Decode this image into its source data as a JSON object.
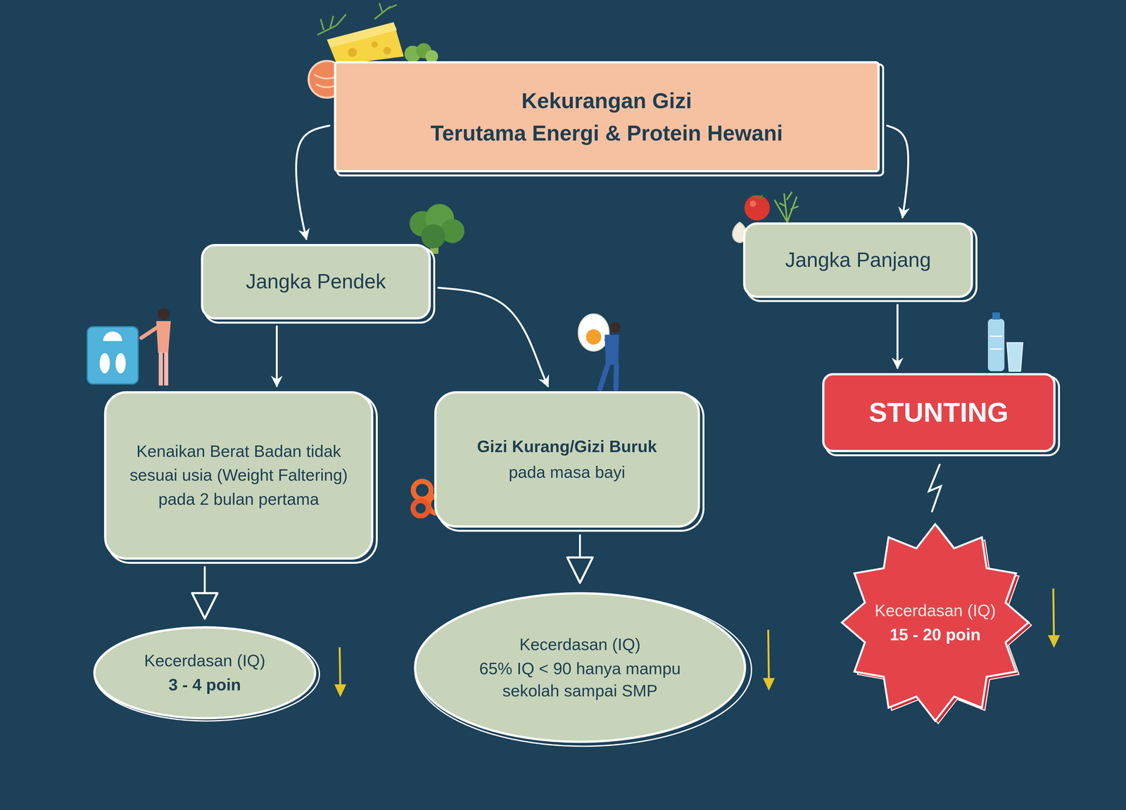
{
  "diagram": {
    "nodes": [
      {
        "text": [
          "Kekurangan Gizi",
          "Terutama Energi & Protein Hewani"
        ]
      },
      {
        "text": [
          "Jangka Pendek"
        ]
      },
      {
        "text": [
          "Jangka Panjang"
        ]
      },
      {
        "text": [
          "Kenaikan Berat Badan tidak sesuai usia (Weight Faltering) pada 2 bulan pertama"
        ]
      },
      {
        "text": [
          "Gizi Kurang/Gizi Buruk",
          "pada masa bayi"
        ]
      },
      {
        "text": [
          "STUNTING"
        ]
      },
      {
        "text": [
          "Kecerdasan (IQ)",
          "3 - 4 poin"
        ]
      },
      {
        "text": [
          "Kecerdasan (IQ)",
          "65% IQ < 90 hanya mampu sekolah sampai SMP"
        ]
      },
      {
        "text": [
          "Kecerdasan (IQ)",
          "15 - 20 poin"
        ]
      }
    ],
    "edges": [
      {
        "from": 0,
        "to": 1,
        "arrow": "to"
      },
      {
        "from": 0,
        "to": 2,
        "arrow": "to"
      },
      {
        "from": 1,
        "to": 3,
        "arrow": "to"
      },
      {
        "from": 1,
        "to": 4,
        "arrow": "to"
      },
      {
        "from": 2,
        "to": 5,
        "arrow": "to"
      },
      {
        "from": 3,
        "to": 6,
        "arrow": "to"
      },
      {
        "from": 4,
        "to": 7,
        "arrow": "to"
      },
      {
        "from": 5,
        "to": 8,
        "arrow": "none"
      }
    ]
  }
}
